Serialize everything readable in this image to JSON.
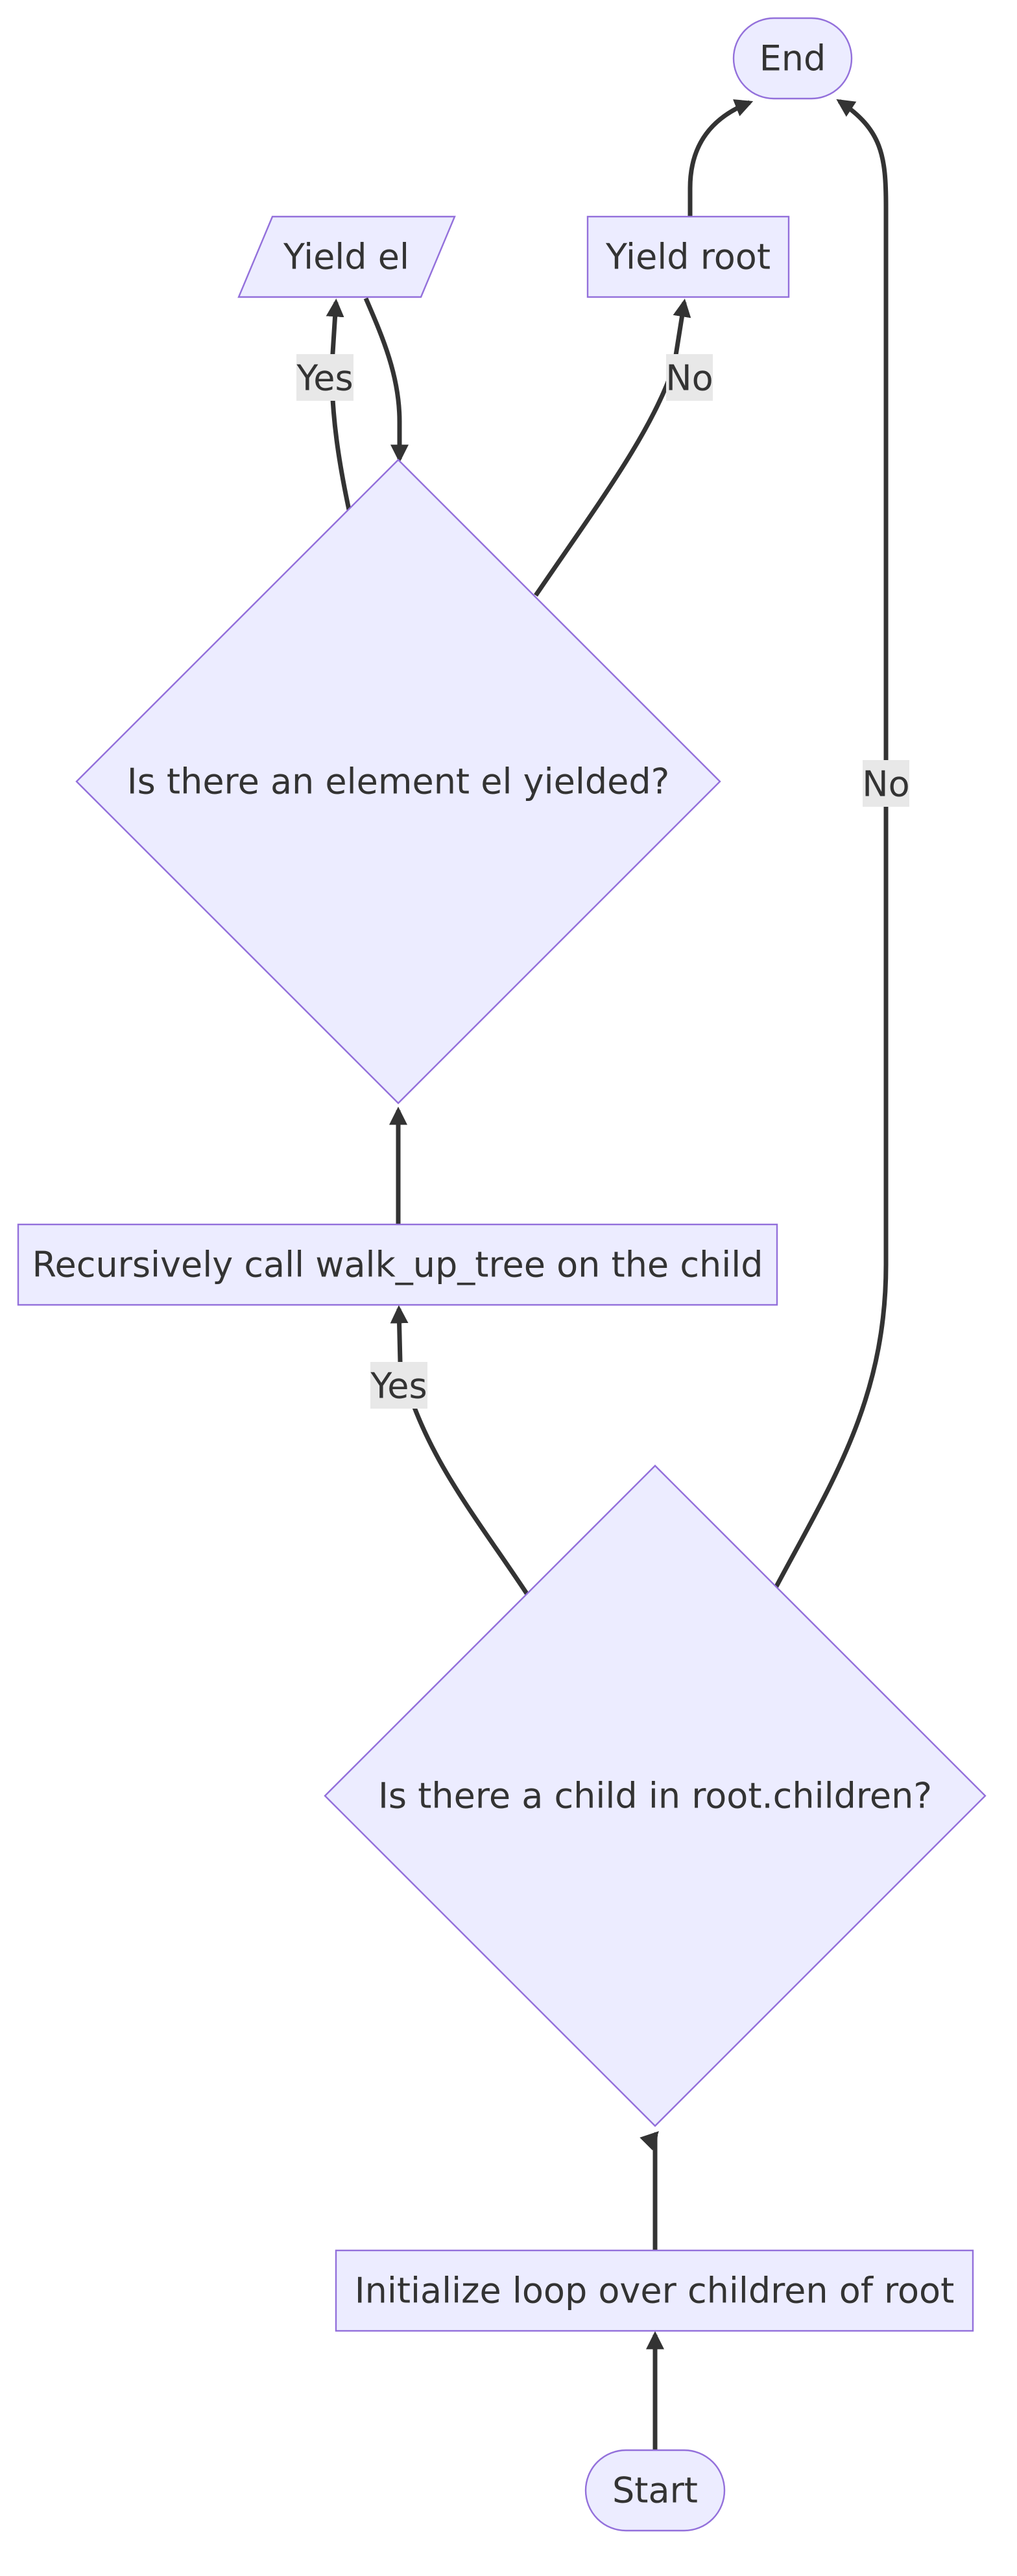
{
  "colors": {
    "node_fill": "#ececff",
    "node_stroke": "#9370db",
    "edge": "#333333",
    "label_bg": "#e8e8e8",
    "text": "#333333"
  },
  "nodes": {
    "end": "End",
    "yield_el": "Yield el",
    "yield_root": "Yield root",
    "decision_element": "Is there an element el yielded?",
    "recursive_call": "Recursively call walk_up_tree on the child",
    "decision_child": "Is there a child in root.children?",
    "init_loop": "Initialize loop over children of root",
    "start": "Start"
  },
  "edge_labels": {
    "element_yes": "Yes",
    "element_no": "No",
    "child_yes": "Yes",
    "child_no": "No"
  }
}
